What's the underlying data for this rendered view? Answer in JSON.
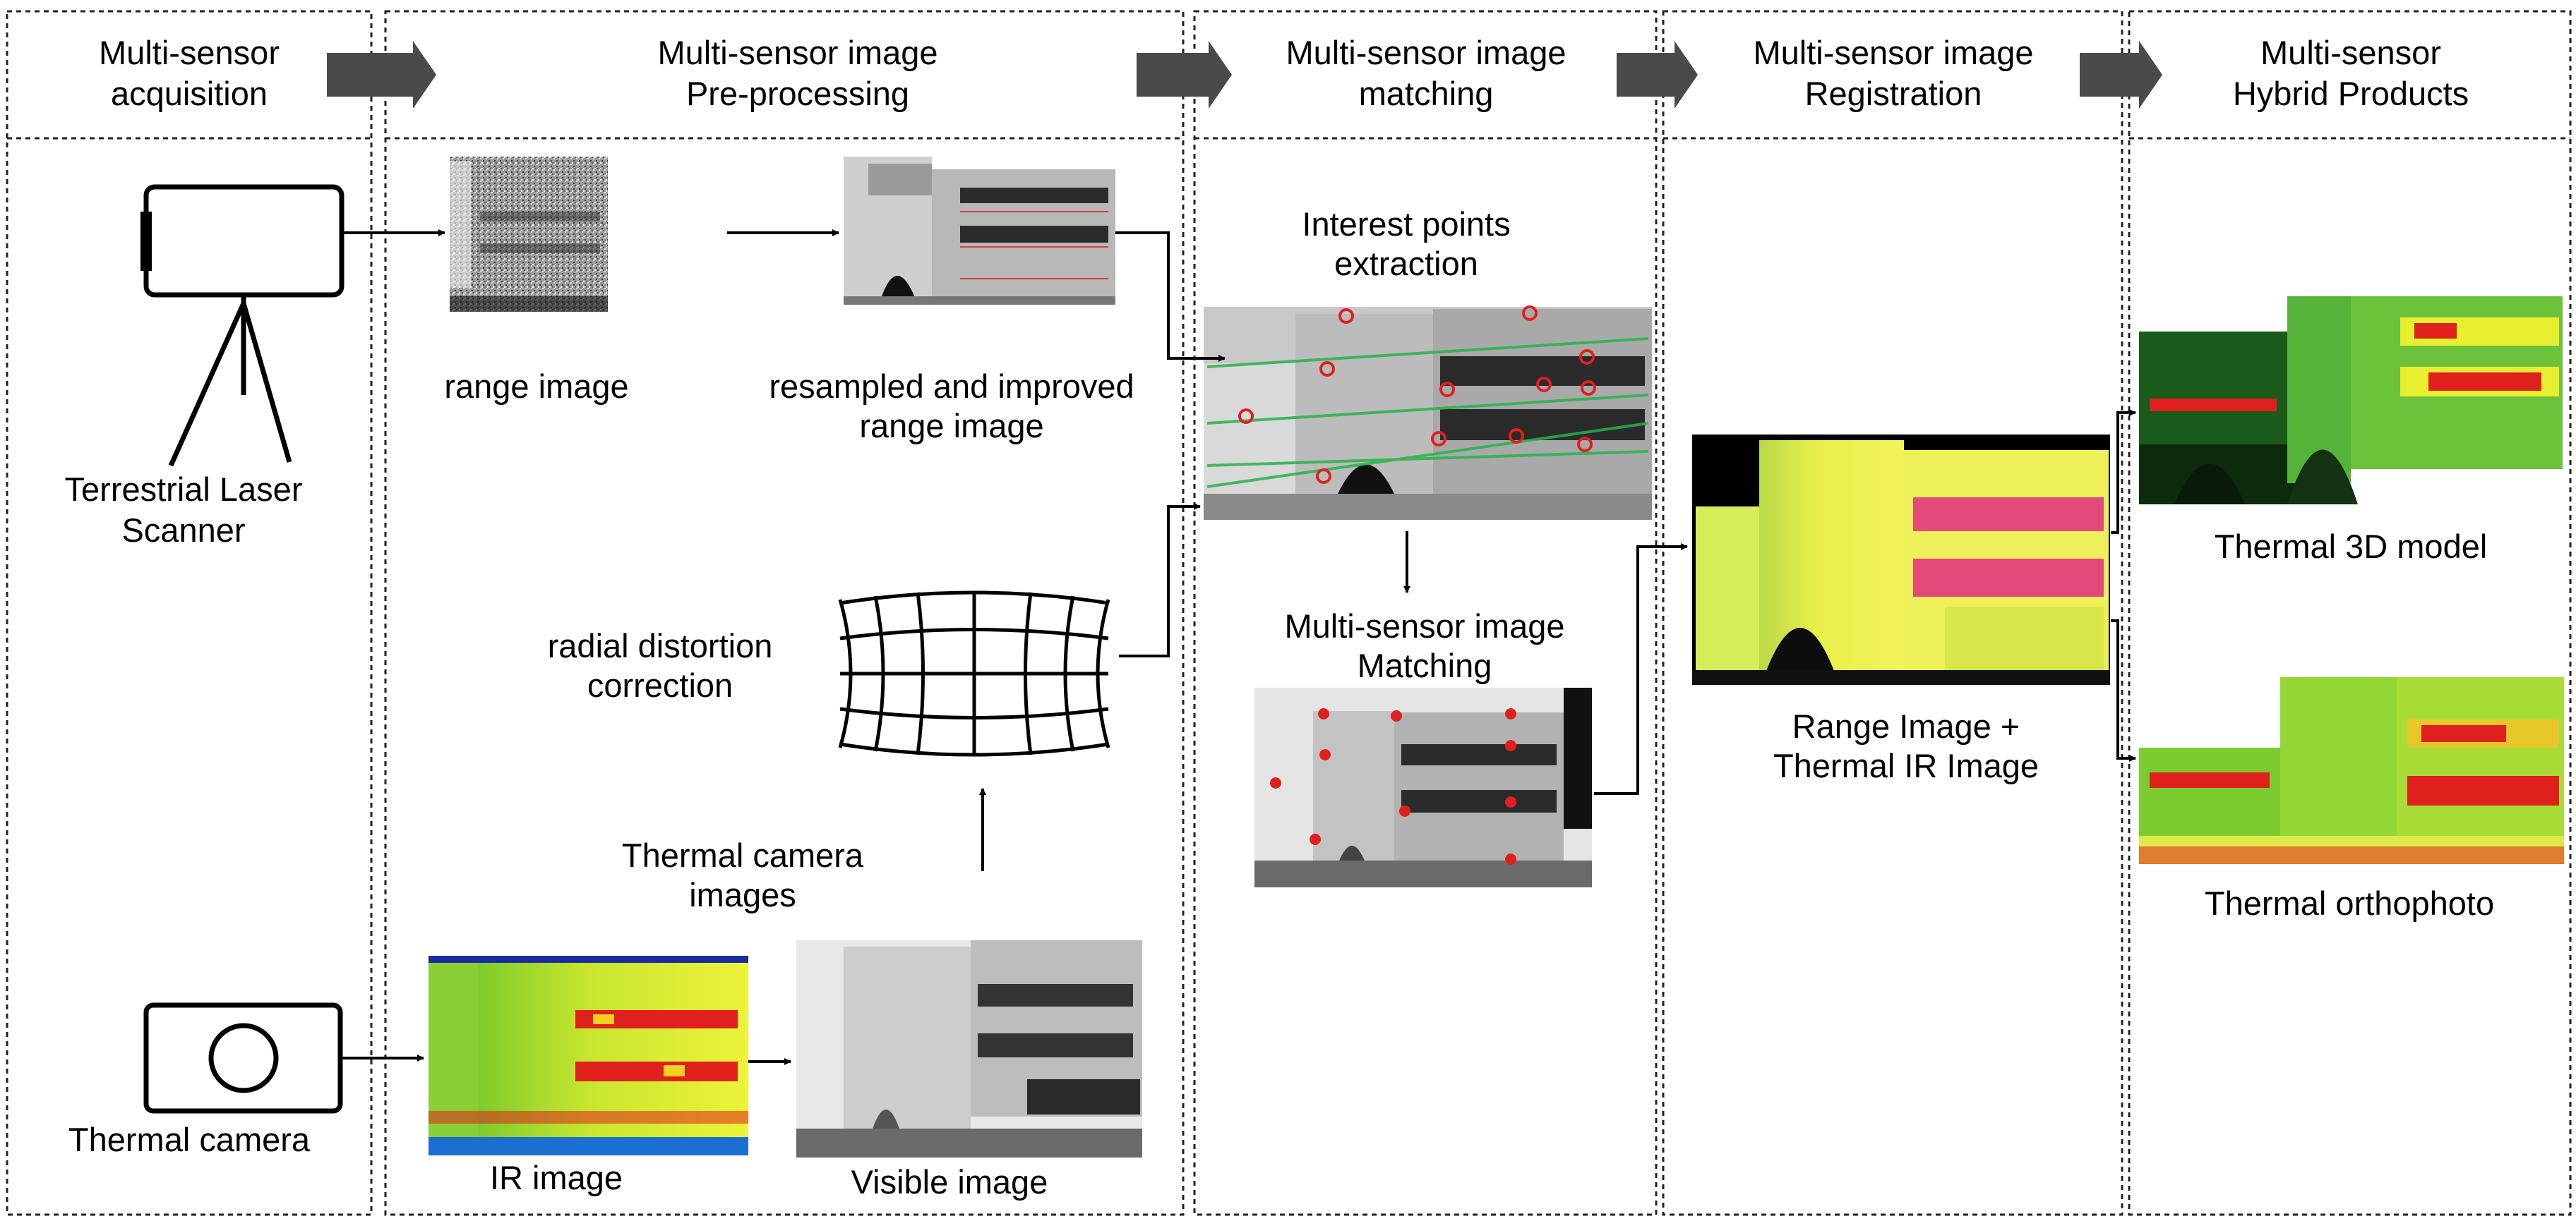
{
  "stages": [
    {
      "line1": "Multi-sensor",
      "line2": "acquisition"
    },
    {
      "line1": "Multi-sensor image",
      "line2": "Pre-processing"
    },
    {
      "line1": "Multi-sensor image",
      "line2": "matching"
    },
    {
      "line1": "Multi-sensor image",
      "line2": "Registration"
    },
    {
      "line1": "Multi-sensor",
      "line2": "Hybrid Products"
    }
  ],
  "acquisition": {
    "laser_scanner": {
      "line1": "Terrestrial Laser",
      "line2": "Scanner"
    },
    "thermal_camera": "Thermal camera"
  },
  "preprocessing": {
    "range_image": "range image",
    "resampled": {
      "line1": "resampled and improved",
      "line2": "range image"
    },
    "radial": {
      "line1": "radial distortion",
      "line2": "correction"
    },
    "thermal_images": {
      "line1": "Thermal camera",
      "line2": "images"
    },
    "ir_image": "IR image",
    "visible_image": "Visible image"
  },
  "matching": {
    "interest_points": {
      "line1": "Interest points",
      "line2": "extraction"
    },
    "image_matching": {
      "line1": "Multi-sensor image",
      "line2": "Matching"
    }
  },
  "registration": {
    "line1": "Range Image +",
    "line2": "Thermal IR Image"
  },
  "products": {
    "thermal_3d": "Thermal 3D model",
    "orthophoto": "Thermal orthophoto"
  },
  "colors": {
    "border": "#222222",
    "arrow_fill": "#4a4a4a",
    "thermal_green": "#7acb2a",
    "thermal_yellow": "#e8ef2f",
    "thermal_red": "#e0201c",
    "marker_red": "#e02020",
    "match_line_green": "#27b24a"
  }
}
